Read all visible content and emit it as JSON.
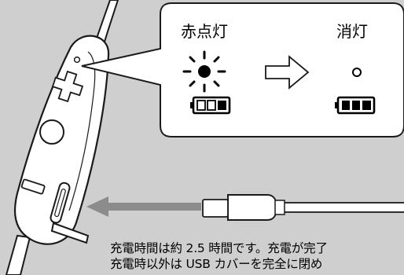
{
  "callout": {
    "before_label": "赤点灯",
    "after_label": "消灯"
  },
  "caption": {
    "line1": "充電時間は約 2.5 時間です。充電が完了",
    "line2": "充電時以外は USB カバーを完全に閉め"
  },
  "colors": {
    "background": "#cfcfcf",
    "device": "#ffffff",
    "outline": "#1a1a1a",
    "arrow": "#8c8c8c"
  },
  "icons": {
    "led_before": "blinking-led-icon",
    "led_after": "led-off-icon",
    "battery_before": "battery-charging-icon",
    "battery_after": "battery-full-icon",
    "transition": "outline-arrow-icon"
  }
}
